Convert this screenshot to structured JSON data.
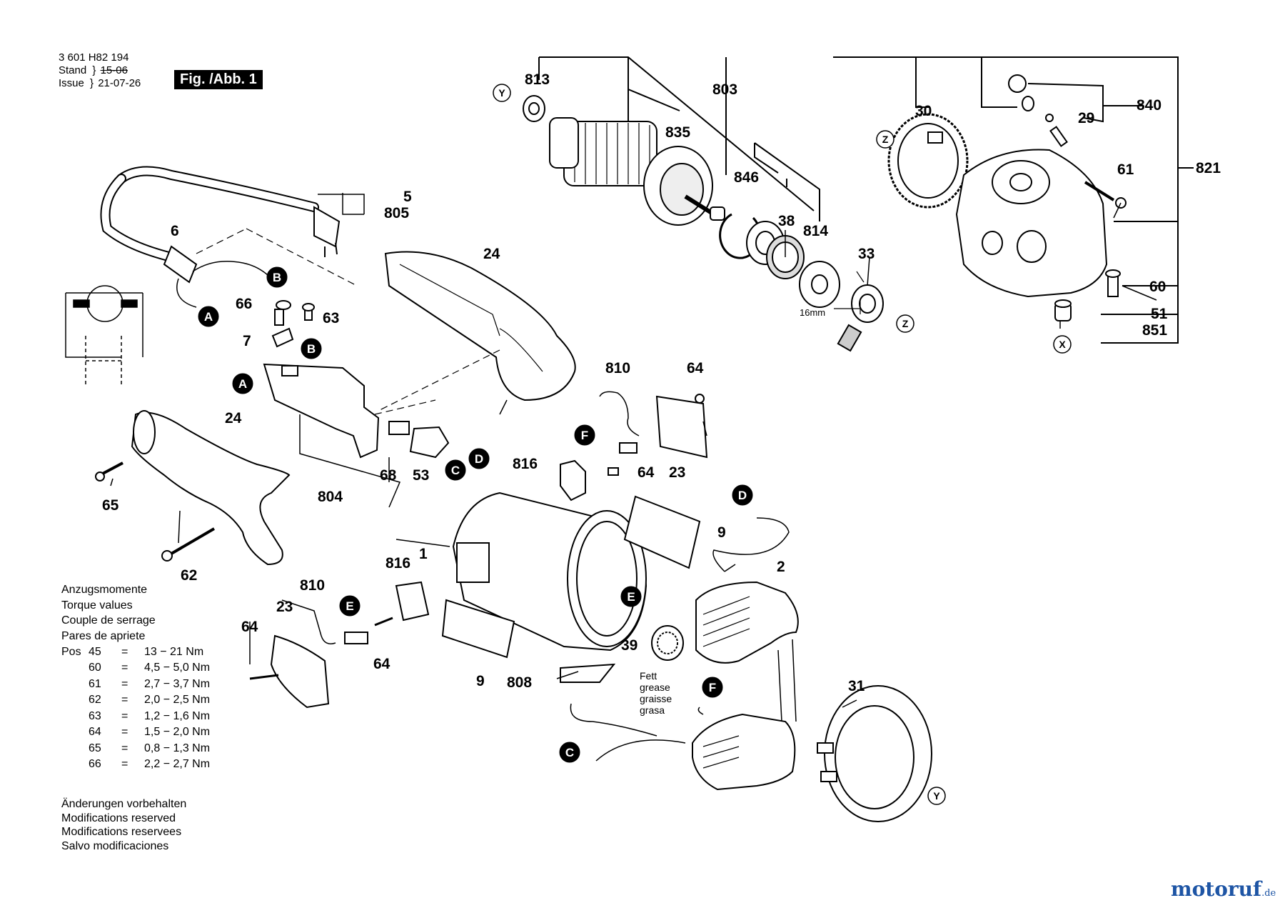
{
  "header": {
    "doc_number": "3 601 H82 194",
    "stand_label": "Stand",
    "issue_label": "Issue",
    "stand_date": "15-06",
    "issue_date": "21-07-26",
    "figure_label": "Fig. /Abb. 1"
  },
  "part_numbers": [
    "813",
    "803",
    "835",
    "846",
    "38",
    "814",
    "33",
    "30",
    "840",
    "29",
    "61",
    "821",
    "60",
    "51",
    "851",
    "5",
    "805",
    "6",
    "24",
    "66",
    "63",
    "7",
    "68",
    "53",
    "804",
    "810",
    "64",
    "23",
    "816",
    "65",
    "62",
    "1",
    "9",
    "2",
    "39",
    "808",
    "31"
  ],
  "connector_letters": [
    "A",
    "B",
    "C",
    "D",
    "E",
    "F",
    "X",
    "Y",
    "Z"
  ],
  "dimension_label": "16mm",
  "torque": {
    "title_lines": [
      "Anzugsmomente",
      "Torque values",
      "Couple de serrage",
      "Pares de apriete"
    ],
    "pos_label": "Pos",
    "rows": [
      {
        "pos": "45",
        "eq": "=",
        "value": "13 − 21 Nm"
      },
      {
        "pos": "60",
        "eq": "=",
        "value": "4,5 − 5,0 Nm"
      },
      {
        "pos": "61",
        "eq": "=",
        "value": "2,7 − 3,7 Nm"
      },
      {
        "pos": "62",
        "eq": "=",
        "value": "2,0 − 2,5 Nm"
      },
      {
        "pos": "63",
        "eq": "=",
        "value": "1,2 − 1,6 Nm"
      },
      {
        "pos": "64",
        "eq": "=",
        "value": "1,5 − 2,0 Nm"
      },
      {
        "pos": "65",
        "eq": "=",
        "value": "0,8 − 1,3 Nm"
      },
      {
        "pos": "66",
        "eq": "=",
        "value": "2,2 − 2,7 Nm"
      }
    ]
  },
  "grease_lines": [
    "Fett",
    "grease",
    "graisse",
    "grasa"
  ],
  "modifications": [
    "Änderungen vorbehalten",
    "Modifications reserved",
    "Modifications reservees",
    "Salvo modificaciones"
  ],
  "brand": {
    "name": "motoruf",
    "tld": ".de",
    "color": "#1e55a5"
  }
}
